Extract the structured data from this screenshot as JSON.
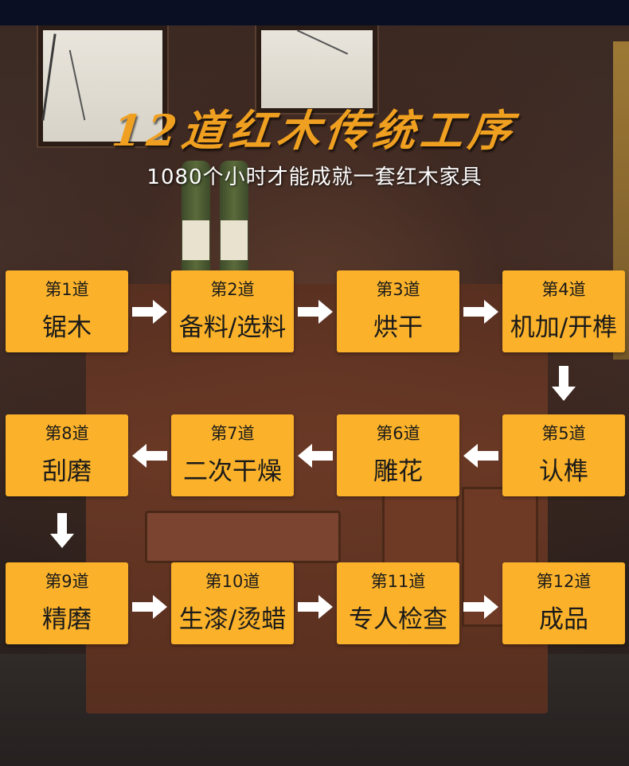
{
  "title": "12道红木传统工序",
  "subtitle": "1080个小时才能成就一套红木家具",
  "colors": {
    "box": "#fbb22a",
    "title": "#f0a020",
    "text": "#1a1a1a",
    "arrow": "#ffffff"
  },
  "steps": [
    {
      "num": "第1道",
      "name": "锯木"
    },
    {
      "num": "第2道",
      "name": "备料/选料"
    },
    {
      "num": "第3道",
      "name": "烘干"
    },
    {
      "num": "第4道",
      "name": "机加/开榫"
    },
    {
      "num": "第5道",
      "name": "认榫"
    },
    {
      "num": "第6道",
      "name": "雕花"
    },
    {
      "num": "第7道",
      "name": "二次干燥"
    },
    {
      "num": "第8道",
      "name": "刮磨"
    },
    {
      "num": "第9道",
      "name": "精磨"
    },
    {
      "num": "第10道",
      "name": "生漆/烫蜡"
    },
    {
      "num": "第11道",
      "name": "专人检查"
    },
    {
      "num": "第12道",
      "name": "成品"
    }
  ],
  "arrow_icons": {
    "right": "arrow-right-icon",
    "left": "arrow-left-icon",
    "down": "arrow-down-icon"
  }
}
